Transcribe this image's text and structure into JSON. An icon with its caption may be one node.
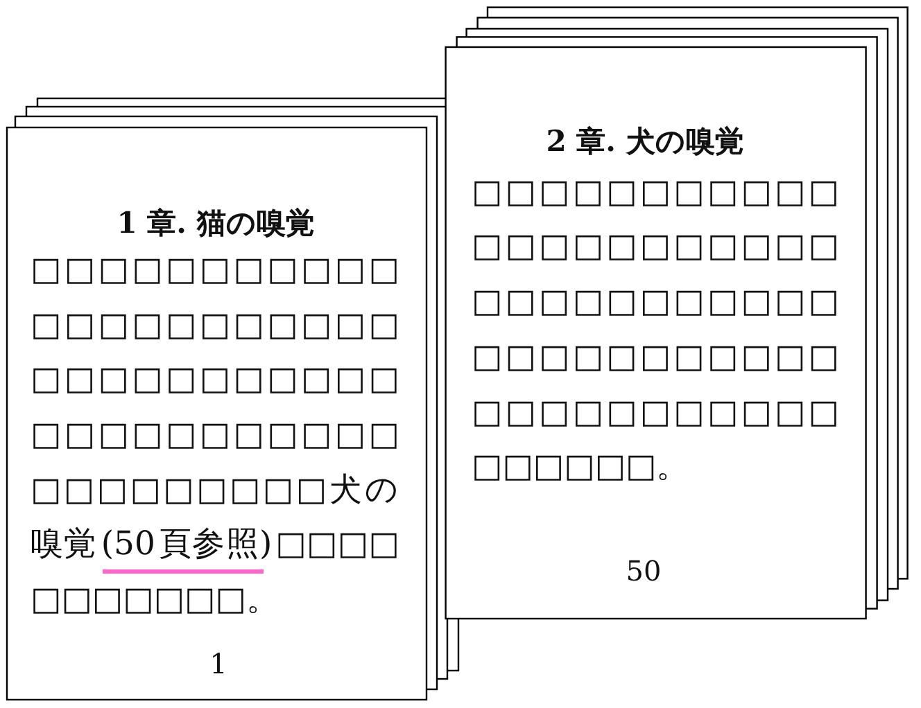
{
  "diagram": {
    "nodes": [
      {
        "text": [
          "1 章. 猫の嗅覚",
          "□□□□□□□□□□□□□□□□□□□□□□□□□□□□□□□□□□□□□□□□□□□□□□□□□□□□□犬の嗅覚 (50 頁参照) □□□□□□□□□□□。",
          "1"
        ]
      },
      {
        "text": [
          "2 章. 犬の嗅覚",
          "□□□□□□□□□□□□□□□□□□□□□□□□□□□□□□□□□□□□□□□□□□□□□□□□□□□□□□□□□□□□□。",
          "50"
        ]
      }
    ]
  }
}
